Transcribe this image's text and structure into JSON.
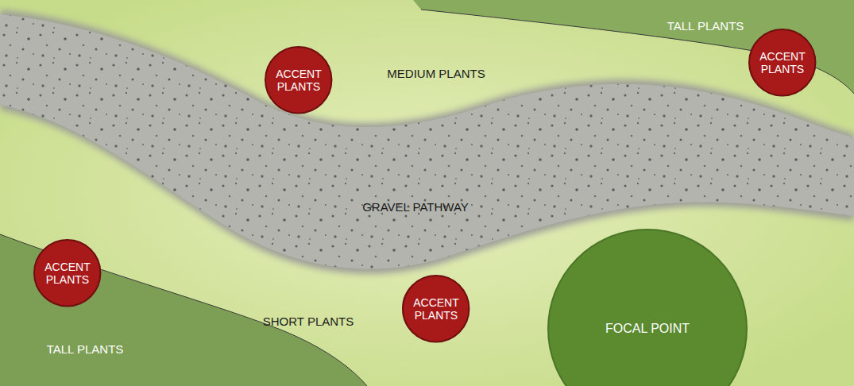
{
  "diagram": {
    "nodes": [
      {
        "text": [
          "ACCENT PLANTS"
        ]
      },
      {
        "text": [
          "ACCENT PLANTS"
        ]
      },
      {
        "text": [
          "ACCENT PLANTS"
        ]
      },
      {
        "text": [
          "ACCENT PLANTS"
        ]
      },
      {
        "text": [
          "FOCAL POINT"
        ]
      }
    ],
    "labels": [
      "TALL PLANTS",
      "MEDIUM PLANTS",
      "GRAVEL PATHWAY",
      "SHORT PLANTS",
      "TALL PLANTS"
    ]
  }
}
